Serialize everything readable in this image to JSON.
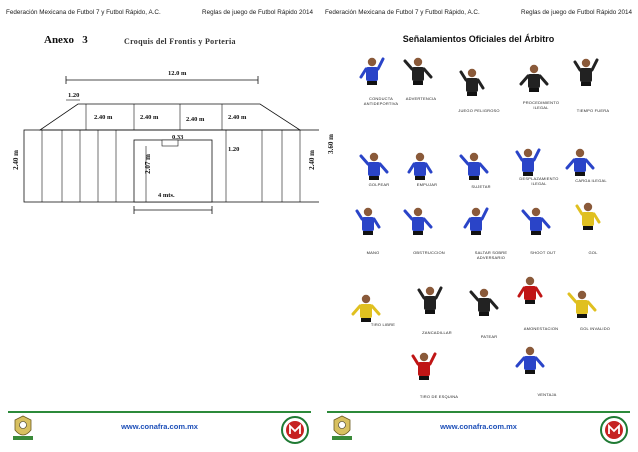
{
  "header": {
    "org": "Federación Mexicana de Futbol 7 y Futbol Rápido, A.C.",
    "reglas": "Reglas de juego de Futbol Rápido 2014"
  },
  "footer": {
    "url": "www.conafra.com.mx"
  },
  "left_page": {
    "anexo": "Anexo",
    "anexo_num": "3",
    "title": "Croquis del Frontis y Porteria",
    "dims": {
      "width_total": "12.0 m",
      "top_offset": "1.20",
      "seg1": "2.40 m",
      "seg2": "2.40 m",
      "seg3": "2.40 m",
      "seg4": "2.40 m",
      "bar": "0.33",
      "side_right_inner": "1.20",
      "height_goal": "2.07 m",
      "height_left": "2.40 m",
      "height_right": "2.40 m",
      "goal_width": "4 mts."
    }
  },
  "right_page": {
    "title": "Señalamientos Oficiales del Árbitro",
    "height_side": "3.60 m",
    "signals": [
      {
        "label": "CONDUCTA\nANTIDEPORTIVA",
        "color": "#2a44c8"
      },
      {
        "label": "ADVERTENCIA",
        "color": "#222"
      },
      {
        "label": "JUEGO PELIGROSO",
        "color": "#222"
      },
      {
        "label": "PROCEDIMIENTO\nILEGAL",
        "color": "#222"
      },
      {
        "label": "TIEMPO FUERA",
        "color": "#222"
      },
      {
        "label": "GOLPEAR",
        "color": "#2a44c8"
      },
      {
        "label": "EMPUJAR",
        "color": "#2a44c8"
      },
      {
        "label": "SUJETAR",
        "color": "#2a44c8"
      },
      {
        "label": "DESPLAZAMIENTO\nILEGAL",
        "color": "#2a44c8"
      },
      {
        "label": "CARGA ILEGAL",
        "color": "#2a44c8"
      },
      {
        "label": "MANO",
        "color": "#2a44c8"
      },
      {
        "label": "OBSTRUCCION",
        "color": "#2a44c8"
      },
      {
        "label": "SALTAR SOBRE\nADVERSARIO",
        "color": "#2a44c8"
      },
      {
        "label": "SHOOT OUT",
        "color": "#2a44c8"
      },
      {
        "label": "GOL",
        "color": "#e0c020"
      },
      {
        "label": "TIRO LIBRE",
        "color": "#e0c020"
      },
      {
        "label": "ZANCADILLAR",
        "color": "#222"
      },
      {
        "label": "PATEAR",
        "color": "#222"
      },
      {
        "label": "AMONESTACION",
        "color": "#c01515"
      },
      {
        "label": "GOL INVALIDO",
        "color": "#e0c020"
      },
      {
        "label": "TIRO DE ESQUINA",
        "color": "#c01515"
      },
      {
        "label": "VENTAJA",
        "color": "#2a44c8"
      }
    ]
  }
}
